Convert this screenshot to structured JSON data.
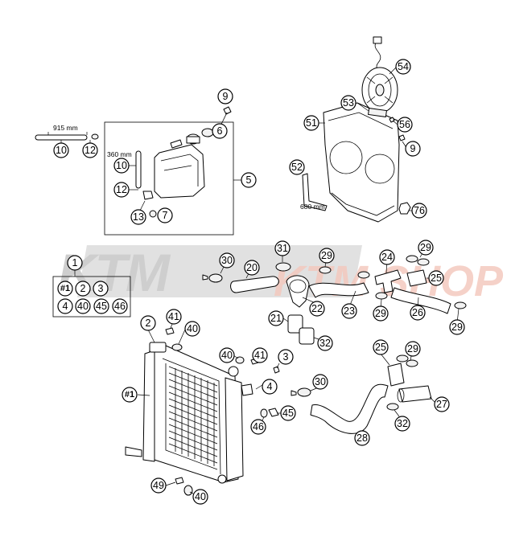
{
  "watermark": {
    "brand": "KTM",
    "shop": "KTM SHOP",
    "brand_color": "#c9c9c9",
    "shop_color": "#f3c4b8"
  },
  "dimensions": {
    "hose_10_top": "915 mm",
    "hose_10_side": "360 mm",
    "cable_52": "680 mm"
  },
  "callouts": {
    "c9a": "9",
    "c6": "6",
    "c5": "5",
    "c10a": "10",
    "c12a": "12",
    "c10b": "10",
    "c12b": "12",
    "c13": "13",
    "c7": "7",
    "c54": "54",
    "c53": "53",
    "c51": "51",
    "c56": "56",
    "c9b": "9",
    "c52": "52",
    "c76": "76",
    "c1": "1",
    "k1": "#1",
    "k2": "2",
    "k3": "3",
    "k4": "4",
    "k40": "40",
    "k45": "45",
    "k46": "46",
    "c30a": "30",
    "c20": "20",
    "c31": "31",
    "c29a": "29",
    "c24": "24",
    "c29b": "29",
    "c25a": "25",
    "c22": "22",
    "c23": "23",
    "c29c": "29",
    "c26": "26",
    "c29d": "29",
    "c21": "21",
    "c32a": "32",
    "c2": "2",
    "c41a": "41",
    "c40a": "40",
    "c40b": "40",
    "c41b": "41",
    "c3": "3",
    "c4": "4",
    "c1b": "#1",
    "c30b": "30",
    "c45": "45",
    "c46": "46",
    "c25b": "25",
    "c29e": "29",
    "c27": "27",
    "c32b": "32",
    "c28": "28",
    "c49": "49",
    "c40c": "40"
  }
}
